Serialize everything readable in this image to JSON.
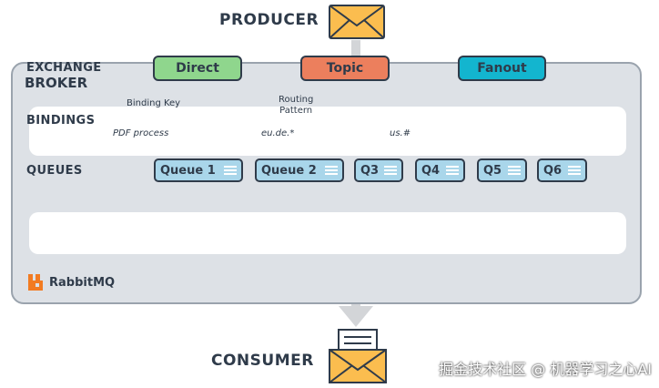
{
  "producer": {
    "label": "PRODUCER"
  },
  "consumer": {
    "label": "CONSUMER"
  },
  "broker": {
    "title": "BROKER",
    "rows": {
      "exchange": "EXCHANGE",
      "bindings": "BINDINGS",
      "queues": "QUEUES"
    },
    "exchanges": [
      {
        "label": "Direct",
        "color": "#8fd68d"
      },
      {
        "label": "Topic",
        "color": "#ec7f5d"
      },
      {
        "label": "Fanout",
        "color": "#13b5cf"
      }
    ],
    "bindings": {
      "binding_key_label": "Binding Key",
      "binding_key_value": "PDF process",
      "routing_pattern_label": "Routing\nPattern",
      "routing_values": [
        "eu.de.*",
        "us.#"
      ]
    },
    "queues": [
      "Queue 1",
      "Queue 2",
      "Q3",
      "Q4",
      "Q5",
      "Q6"
    ],
    "logo_text": "RabbitMQ"
  },
  "colors": {
    "direct_arrow": "#78d77a",
    "topic_arrow": "#ec7f5d",
    "fanout_arrow": "#12b5cf",
    "flow_arrow": "#d3d5d8",
    "envelope": "#fbbd4f",
    "logo": "#f27b22"
  },
  "watermark": "掘金技术社区 @ 机器学习之心AI"
}
